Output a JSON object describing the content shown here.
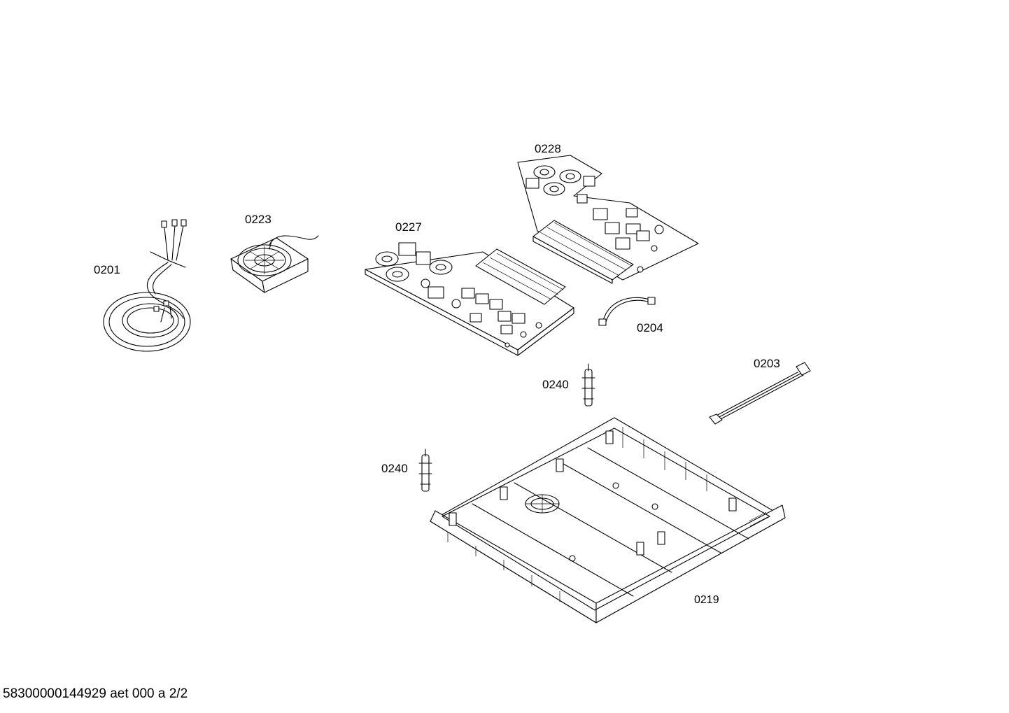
{
  "parts": {
    "p0201": "0201",
    "p0223": "0223",
    "p0227": "0227",
    "p0228": "0228",
    "p0204": "0204",
    "p0203": "0203",
    "p0240a": "0240",
    "p0240b": "0240",
    "p0219": "0219"
  },
  "footer": "58300000144929 aet 000 a 2/2"
}
